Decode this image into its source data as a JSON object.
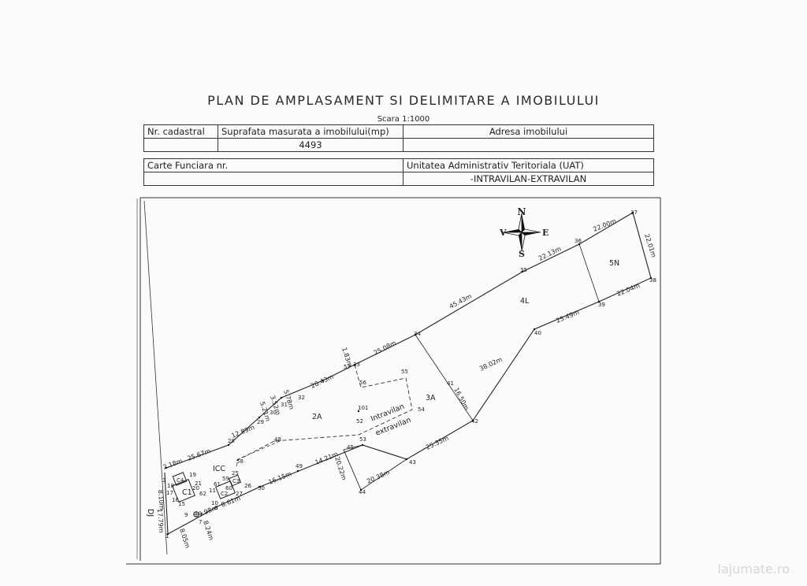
{
  "header": {
    "title": "PLAN DE AMPLASAMENT SI DELIMITARE A IMOBILULUI",
    "scale": "Scara 1:1000"
  },
  "table1": {
    "col_cadastral": "Nr. cadastral",
    "col_area": "Suprafata masurata a imobilului(mp)",
    "col_address": "Adresa imobilului",
    "area_value": "4493"
  },
  "table2": {
    "col_cf": "Carte Funciara nr.",
    "col_uat": "Unitatea Administrativ Teritoriala (UAT)",
    "uat_value": "-INTRAVILAN-EXTRAVILAN"
  },
  "compass": {
    "n": "N",
    "s": "S",
    "e": "E",
    "v": "V"
  },
  "zones": {
    "z5n": "5N",
    "z4l": "4L",
    "z3a": "3A",
    "z2a": "2A",
    "icc": "ICC",
    "c1": "C1",
    "c2": "C2",
    "c3": "C3",
    "c4": "C4",
    "intravilan": "Intravilan",
    "extravilan": "extravilan",
    "road": "DJ",
    "well": "F"
  },
  "points": {
    "p1": "1",
    "p3": "3",
    "p6": "6",
    "p7": "7",
    "p9": "9",
    "p10": "10",
    "p11": "11",
    "p15": "15",
    "p16": "16",
    "p17": "17",
    "p18": "18",
    "p19": "19",
    "p20": "20",
    "p21": "21",
    "p25": "25",
    "p26": "26",
    "p27": "27",
    "p28": "28",
    "p29": "29",
    "p30": "30",
    "p31": "31",
    "p32": "32",
    "p33": "33",
    "p34": "34",
    "p35": "35",
    "p36": "36",
    "p37": "37",
    "p38": "38",
    "p39": "39",
    "p40": "40",
    "p41": "41",
    "p42": "42",
    "p43": "43",
    "p44": "44",
    "p45": "45",
    "p48": "48",
    "p49": "49",
    "p50": "50",
    "p52": "52",
    "p53": "53",
    "p54": "54",
    "p55": "55",
    "p56": "56",
    "p57": "57",
    "p58": "58",
    "p59": "59",
    "p60": "60",
    "p61": "61",
    "p62": "62",
    "p101": "101"
  },
  "dimensions": {
    "d1": "22.00m",
    "d2": "22.01m",
    "d3": "22.13m",
    "d4": "22.04m",
    "d5": "45.43m",
    "d6": "25.49m",
    "d7": "25.08m",
    "d8": "38.02m",
    "d9": "1.83m",
    "d10": "16.50m",
    "d11": "20.43m",
    "d12": "5.78m",
    "d13": "3.52m",
    "d14": "5.21m",
    "d15": "12.89m",
    "d16": "25.67m",
    "d17": "2.18m",
    "d18": "25.35m",
    "d19": "20.38m",
    "d20": "20.22m",
    "d21": "14.21m",
    "d22": "16.15m",
    "d23": "8.61m",
    "d24": "9.98m",
    "d25": "8.24m",
    "d26": "8.05m",
    "d27": "8.10m",
    "d28": "17.79m"
  },
  "watermark": "lajumate.ro"
}
